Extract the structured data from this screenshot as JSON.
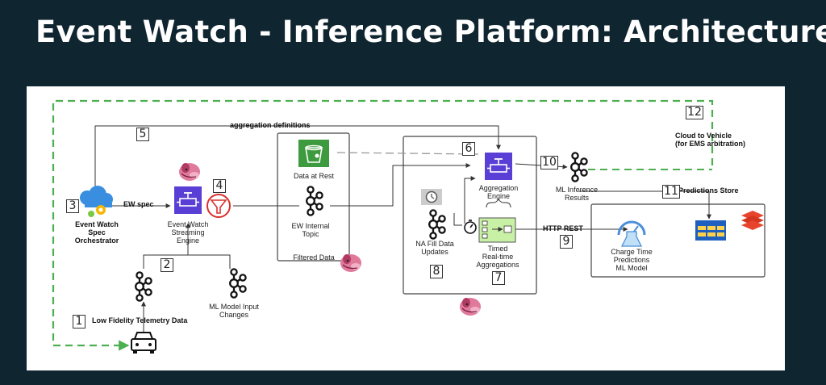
{
  "title": "Event Watch - Inference Platform: Architecture",
  "diagram": {
    "labels": {
      "aggregation_definitions": "aggregation definitions",
      "cloud_to_vehicle": "Cloud to Vehicle\n(for EMS arbitration)",
      "ew_spec": "EW spec",
      "event_watch_spec_orchestrator": "Event Watch\nSpec\nOrchestrator",
      "event_watch_streaming_engine": "Event Watch\nStreaming\nEngine",
      "data_at_rest": "Data at Rest",
      "ew_internal_topic": "EW Internal\nTopic",
      "filtered_data": "Filtered Data",
      "aggregation_engine": "Aggregation\nEngine",
      "na_fill_data_updates": "NA Fill Data\nUpdates",
      "timed_realtime_aggregations": "Timed\nReal-time\nAggregations",
      "ml_inference_results": "ML Inference\nResults",
      "predictions_store": "Predictions Store",
      "http_rest": "HTTP REST",
      "charge_time_predictions_model": "Charge Time\nPredictions\nML Model",
      "ml_model_input_changes": "ML Model Input\nChanges",
      "low_fidelity_telemetry_data": "Low Fidelity Telemetry Data"
    },
    "steps": [
      "1",
      "2",
      "3",
      "4",
      "5",
      "6",
      "7",
      "8",
      "9",
      "10",
      "11",
      "12"
    ]
  }
}
